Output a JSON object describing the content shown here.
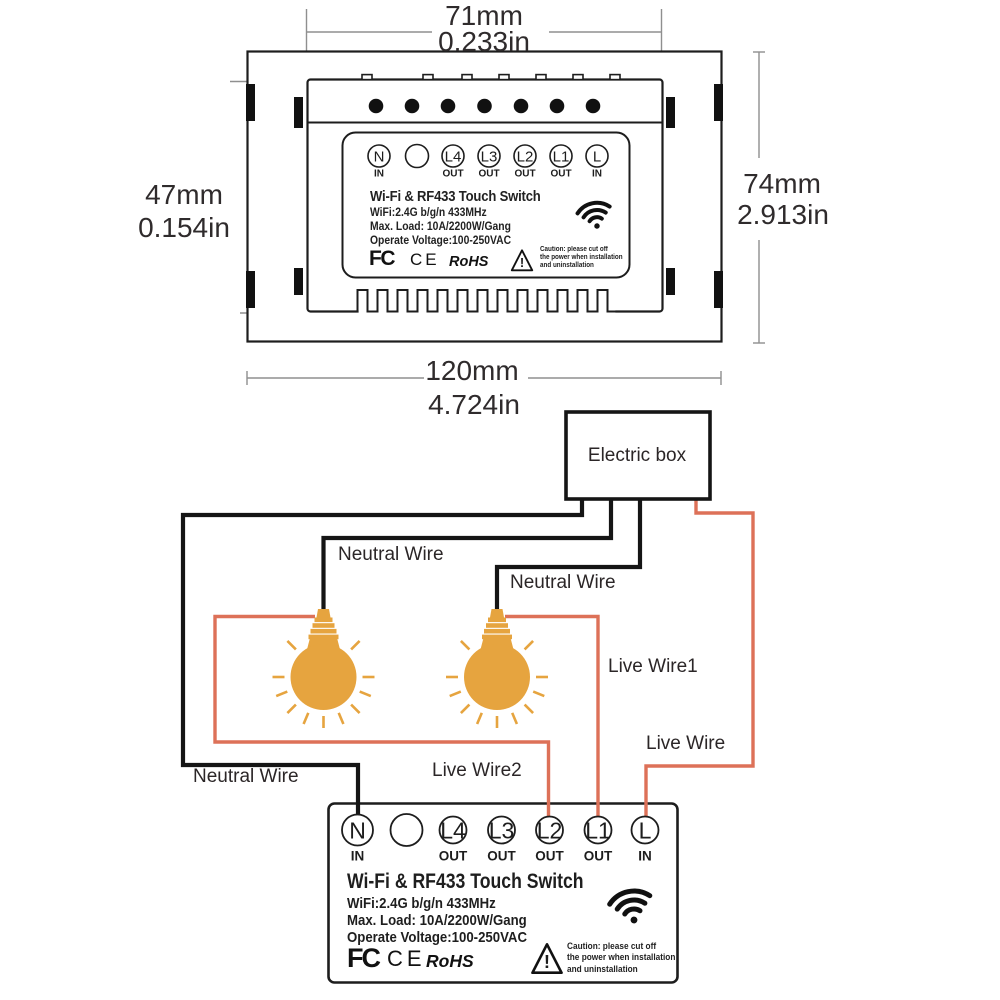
{
  "dimensions": {
    "top": {
      "mm": "71mm",
      "inch": "0.233in"
    },
    "left": {
      "mm": "47mm",
      "inch": "0.154in"
    },
    "right": {
      "mm": "74mm",
      "inch": "2.913in"
    },
    "bottom": {
      "mm": "120mm",
      "inch": "4.724in"
    }
  },
  "device": {
    "title": "Wi-Fi & RF433 Touch Switch",
    "spec_wifi": "WiFi:2.4G b/g/n 433MHz",
    "spec_load": "Max. Load: 10A/2200W/Gang",
    "spec_voltage": "Operate Voltage:100-250VAC",
    "cert_fcc": "FC",
    "cert_ce": "CE",
    "cert_rohs": "RoHS",
    "warning_mark": "!",
    "caution_line1": "Caution: please cut off",
    "caution_line2": "the power when installation",
    "caution_line3": "and uninstallation"
  },
  "terminals": [
    {
      "label": "N",
      "sub": "IN"
    },
    {
      "label": "",
      "sub": ""
    },
    {
      "label": "L4",
      "sub": "OUT"
    },
    {
      "label": "L3",
      "sub": "OUT"
    },
    {
      "label": "L2",
      "sub": "OUT"
    },
    {
      "label": "L1",
      "sub": "OUT"
    },
    {
      "label": "L",
      "sub": "IN"
    }
  ],
  "wiring": {
    "electric_box_label": "Electric box",
    "neutral_wire_1": "Neutral Wire",
    "neutral_wire_2": "Neutral Wire",
    "neutral_wire_3": "Neutral Wire",
    "live_wire_1": "Live Wire1",
    "live_wire_2": "Live Wire2",
    "live_wire": "Live Wire"
  },
  "colors": {
    "outline": "#1d1d1d",
    "neutral-wire": "#151515",
    "live-wire": "#dd7158",
    "bulb": "#e6a43f",
    "dim-line": "#8f8f8f"
  }
}
